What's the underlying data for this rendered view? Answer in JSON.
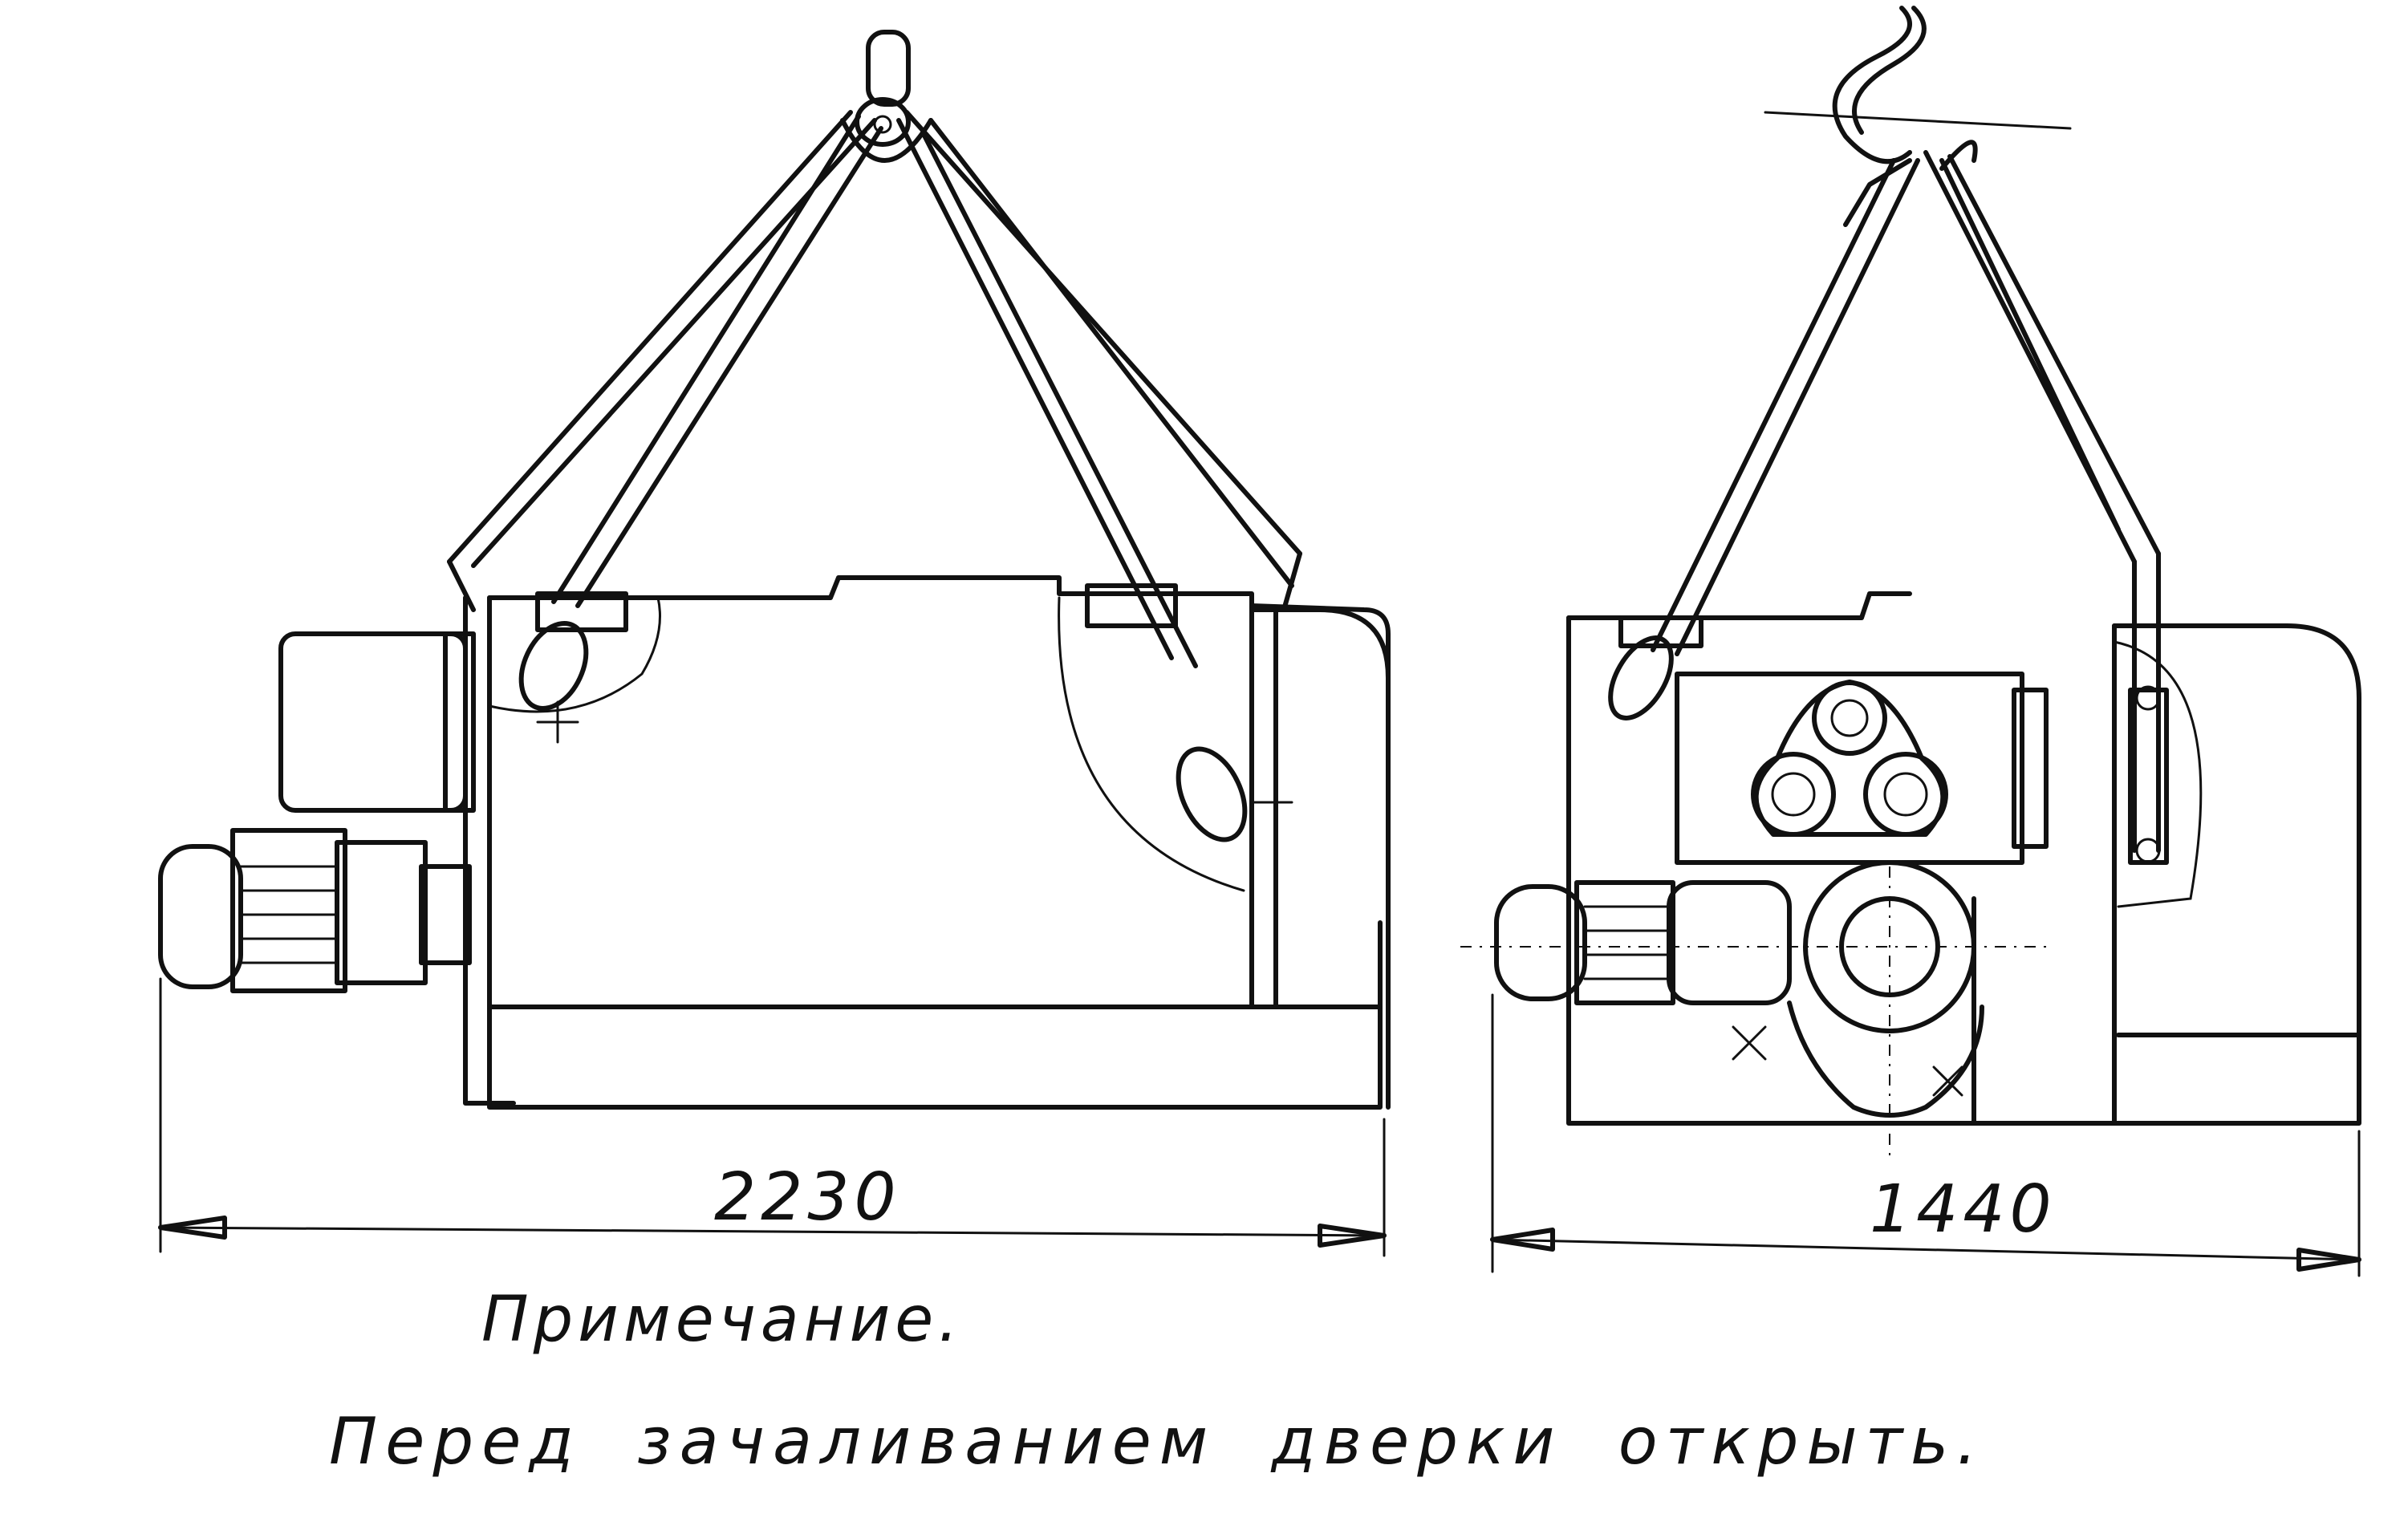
{
  "drawing": {
    "dimensions": {
      "front_width": "2230",
      "side_width": "1440"
    },
    "note": {
      "title": "Примечание.",
      "text": "Перед зачаливанием дверки открыть."
    }
  }
}
